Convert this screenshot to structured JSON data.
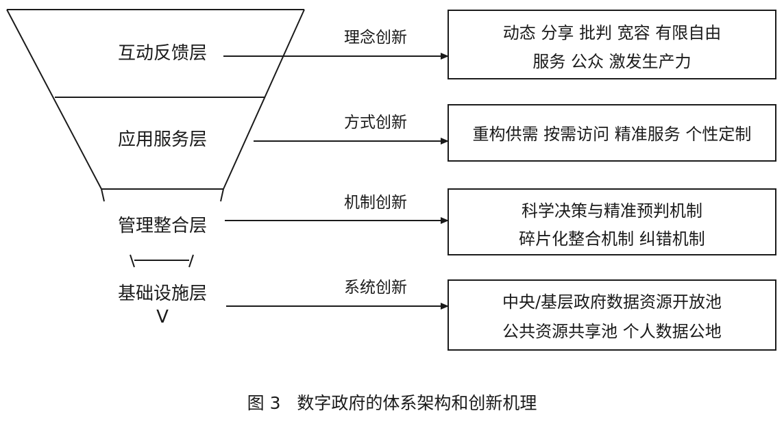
{
  "layers": [
    {
      "label": "互动反馈层"
    },
    {
      "label": "应用服务层"
    },
    {
      "label": "管理整合层"
    },
    {
      "label": "基础设施层"
    }
  ],
  "arrows": [
    {
      "label": "理念创新"
    },
    {
      "label": "方式创新"
    },
    {
      "label": "机制创新"
    },
    {
      "label": "系统创新"
    }
  ],
  "boxes": [
    {
      "lines": [
        "动态 分享 批判 宽容 有限自由",
        "服务 公众 激发生产力"
      ]
    },
    {
      "lines": [
        "重构供需 按需访问 精准服务 个性定制"
      ]
    },
    {
      "lines": [
        "科学决策与精准预判机制",
        "碎片化整合机制 纠错机制"
      ]
    },
    {
      "lines": [
        "中央/基层政府数据资源开放池",
        "公共资源共享池 个人数据公地"
      ]
    }
  ],
  "caption": "图 3   数字政府的体系架构和创新机理",
  "bottom_mark": "V"
}
